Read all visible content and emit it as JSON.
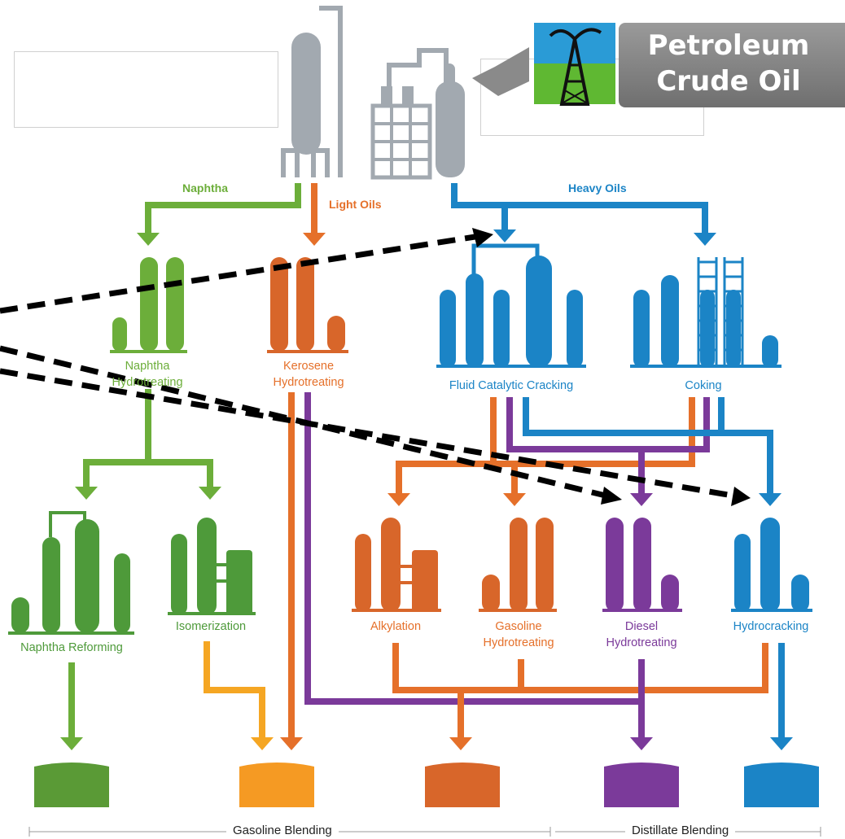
{
  "source": {
    "line1": "Petroleum",
    "line2": "Crude Oil"
  },
  "streams": {
    "naphtha": "Naphtha",
    "light_oils": "Light Oils",
    "heavy_oils": "Heavy Oils"
  },
  "units": {
    "naphtha_hydrotreating": {
      "line1": "Naphtha",
      "line2": "Hydrotreating"
    },
    "kerosene_hydrotreating": {
      "line1": "Kerosene",
      "line2": "Hydrotreating"
    },
    "fluid_catalytic_cracking": "Fluid Catalytic Cracking",
    "coking": "Coking",
    "naphtha_reforming": "Naphtha Reforming",
    "isomerization": "Isomerization",
    "alkylation": "Alkylation",
    "gasoline_hydrotreating": {
      "line1": "Gasoline",
      "line2": "Hydrotreating"
    },
    "diesel_hydrotreating": {
      "line1": "Diesel",
      "line2": "Hydrotreating"
    },
    "hydrocracking": "Hydrocracking"
  },
  "blending": {
    "gasoline": "Gasoline Blending",
    "distillate": "Distillate Blending"
  },
  "colors": {
    "green": "#6cae3a",
    "orange": "#e5702a",
    "blue": "#1b84c6",
    "purple": "#7b3a9a",
    "yellow": "#f5a623",
    "gray": "#a2a9b0"
  }
}
